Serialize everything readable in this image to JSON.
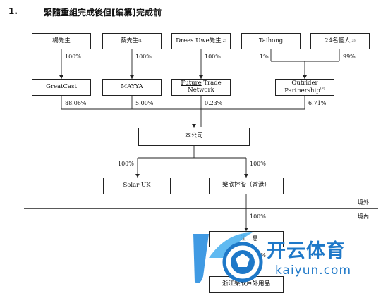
{
  "heading": {
    "number": "1.",
    "title": "緊隨重組完成後但[編纂]完成前"
  },
  "top_owners": [
    {
      "label": "楊先生",
      "note": ""
    },
    {
      "label": "蔡先生",
      "note": "(1)"
    },
    {
      "label": "Drees Uwe先生",
      "note": "(2)"
    },
    {
      "label": "Taihong",
      "note": ""
    },
    {
      "label": "24名個人",
      "note": "(3)"
    }
  ],
  "top_pcts": [
    "100%",
    "100%",
    "100%",
    "1%",
    "99%"
  ],
  "holdcos": [
    {
      "label": "GreatCast"
    },
    {
      "label": "MAYYA"
    },
    {
      "label_line1_u": "Future",
      "label_line1_rest": " Trade",
      "label_line2": "Network"
    },
    {
      "label_line1": "Outrider",
      "label_line2": "Partnership",
      "note": "(3)"
    }
  ],
  "holdco_pcts": [
    "88.06%",
    "5.00%",
    "0.23%",
    "6.71%"
  ],
  "company": "本公司",
  "company_pcts": [
    "100%",
    "100%"
  ],
  "subs": [
    "Solar UK",
    "樂欣控股（香港）"
  ],
  "offshore_label": "境外",
  "onshore_label": "境內",
  "hk_pct": "100%",
  "lower_box": "浙江樂欣戶外用品",
  "mid_box_partial": "…江…息",
  "mid_pct": "100%",
  "watermark": {
    "brand": "开云体育",
    "domain": "kaiyun.com"
  }
}
